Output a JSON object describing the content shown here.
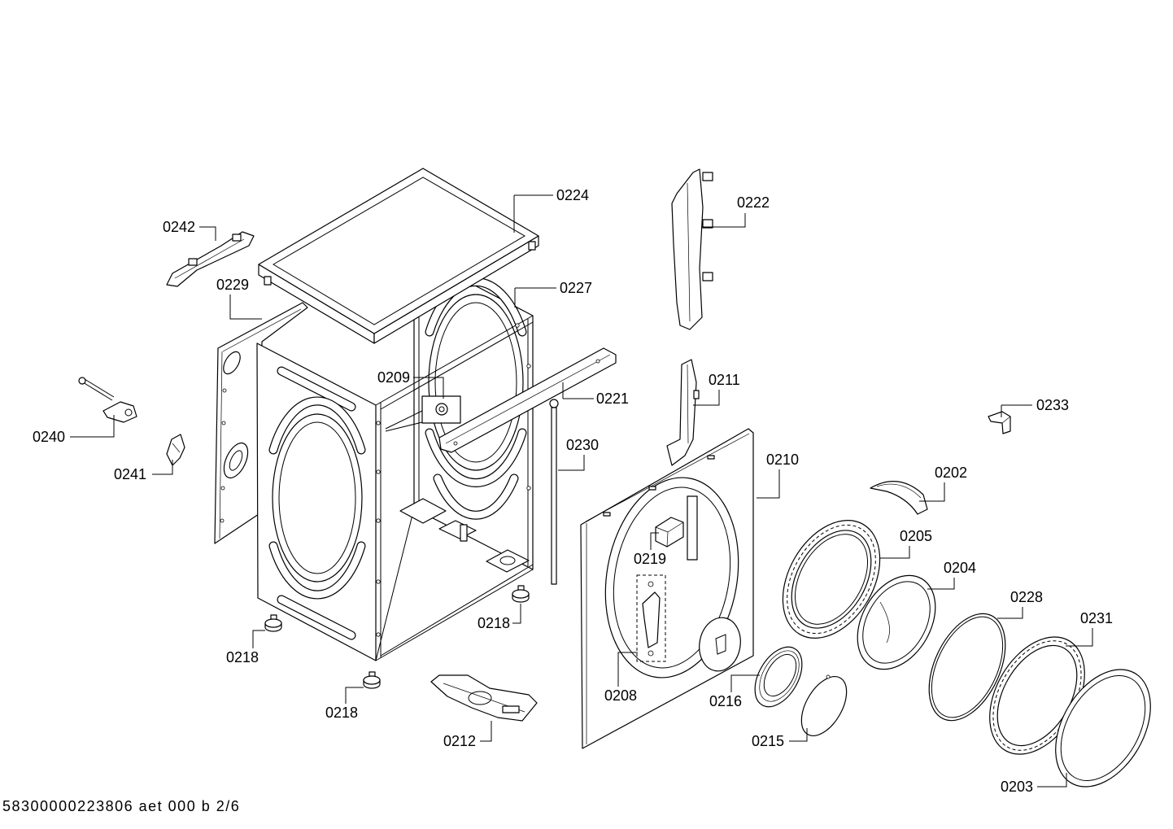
{
  "colors": {
    "line": "#000000",
    "background": "#ffffff"
  },
  "callouts": {
    "c0224": "0224",
    "c0242": "0242",
    "c0229": "0229",
    "c0227": "0227",
    "c0222": "0222",
    "c0209": "0209",
    "c0221": "0221",
    "c0211": "0211",
    "c0240": "0240",
    "c0230": "0230",
    "c0233": "0233",
    "c0241": "0241",
    "c0210": "0210",
    "c0202": "0202",
    "c0205": "0205",
    "c0219": "0219",
    "c0204": "0204",
    "c0228": "0228",
    "c0218_right": "0218",
    "c0231": "0231",
    "c0218_left": "0218",
    "c0208": "0208",
    "c0216": "0216",
    "c0218_bottom": "0218",
    "c0212": "0212",
    "c0215": "0215",
    "c0203": "0203"
  },
  "footer": {
    "drawing_code": "58300000223806 aet 000 b 2/6"
  }
}
